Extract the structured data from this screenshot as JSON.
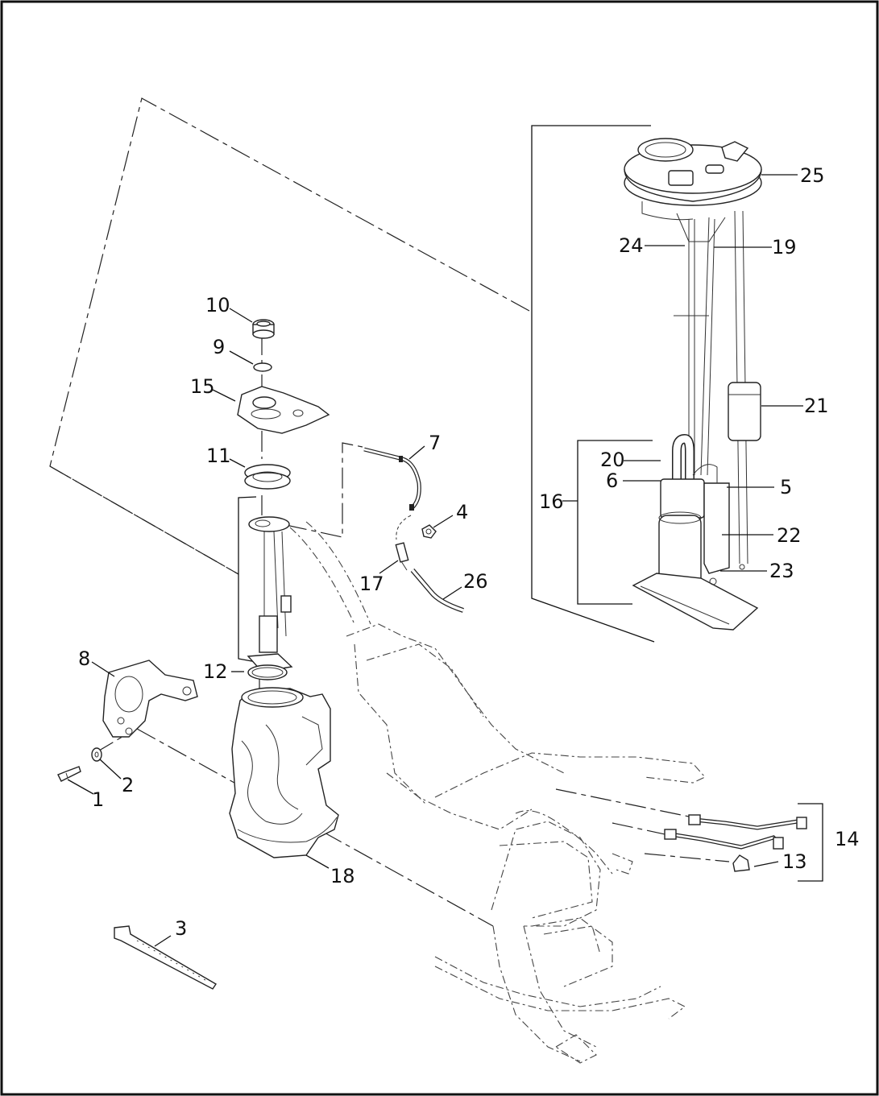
{
  "diagram": {
    "callouts": {
      "c1": "1",
      "c2": "2",
      "c3": "3",
      "c4": "4",
      "c5": "5",
      "c6": "6",
      "c7": "7",
      "c8": "8",
      "c9": "9",
      "c10": "10",
      "c11": "11",
      "c12": "12",
      "c13": "13",
      "c14": "14",
      "c15": "15",
      "c16": "16",
      "c17": "17",
      "c18": "18",
      "c19": "19",
      "c20": "20",
      "c21": "21",
      "c22": "22",
      "c23": "23",
      "c24": "24",
      "c25": "25",
      "c26": "26"
    }
  }
}
